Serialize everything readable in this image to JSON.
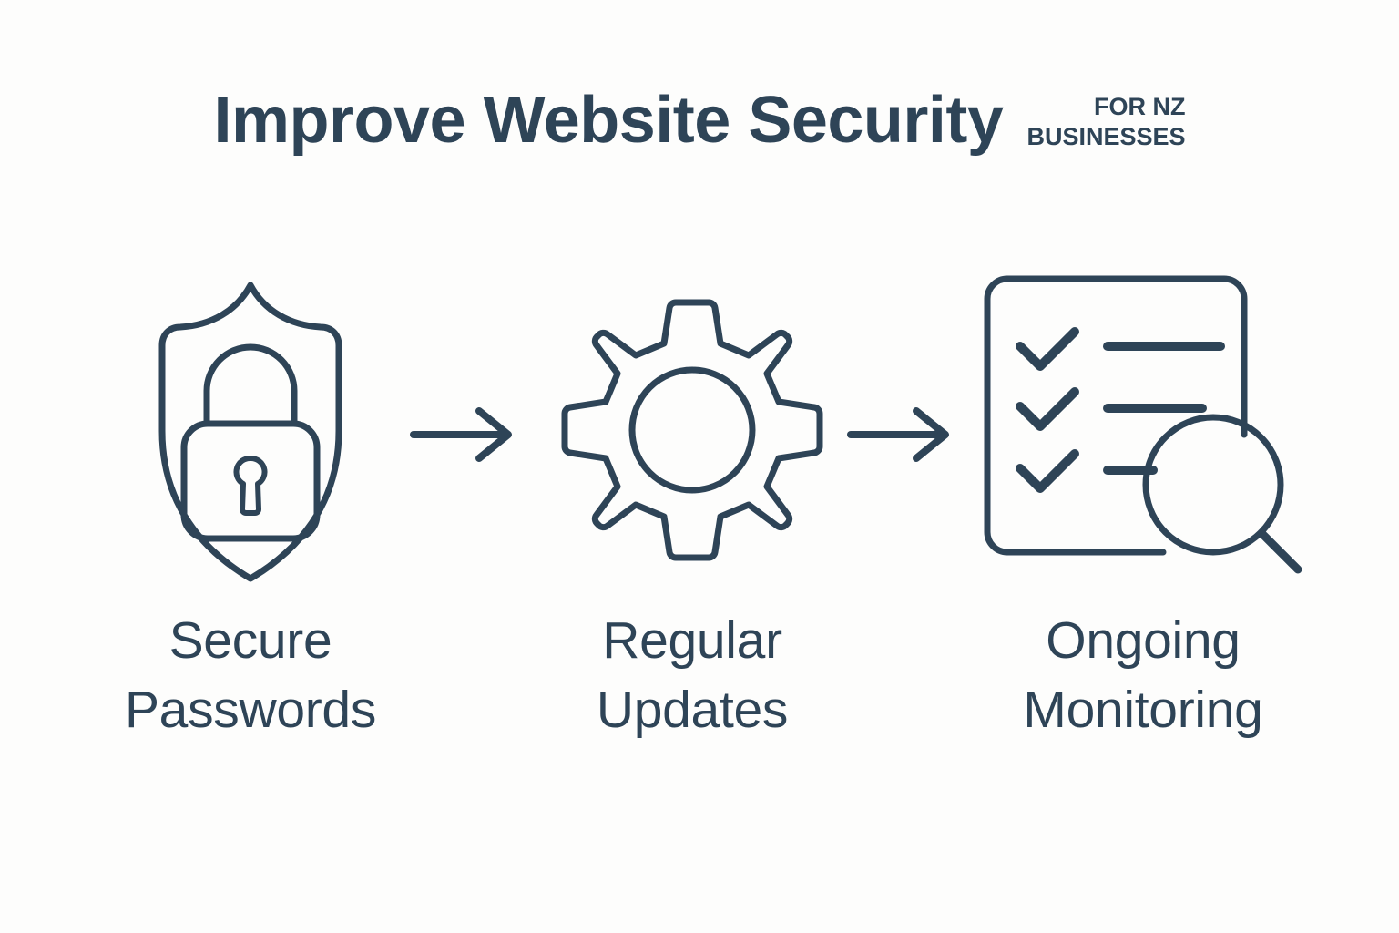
{
  "header": {
    "title": "Improve Website Security",
    "kicker_line_1": "FOR NZ",
    "kicker_line_2": "BUSINESSES"
  },
  "colors": {
    "ink": "#2e4457",
    "background": "#fdfdfc"
  },
  "steps": [
    {
      "id": "secure-passwords",
      "icon": "shield-lock-icon",
      "label": "Secure\nPasswords",
      "label_line_1": "Secure",
      "label_line_2": "Passwords"
    },
    {
      "id": "regular-updates",
      "icon": "gear-icon",
      "label": "Regular\nUpdates",
      "label_line_1": "Regular",
      "label_line_2": "Updates"
    },
    {
      "id": "ongoing-monitoring",
      "icon": "checklist-magnifier-icon",
      "label": "Ongoing\nMonitoring",
      "label_line_1": "Ongoing",
      "label_line_2": "Monitoring"
    }
  ],
  "connectors": [
    {
      "id": "arrow-1",
      "icon": "arrow-right-icon",
      "from": "secure-passwords",
      "to": "regular-updates"
    },
    {
      "id": "arrow-2",
      "icon": "arrow-right-icon",
      "from": "regular-updates",
      "to": "ongoing-monitoring"
    }
  ]
}
